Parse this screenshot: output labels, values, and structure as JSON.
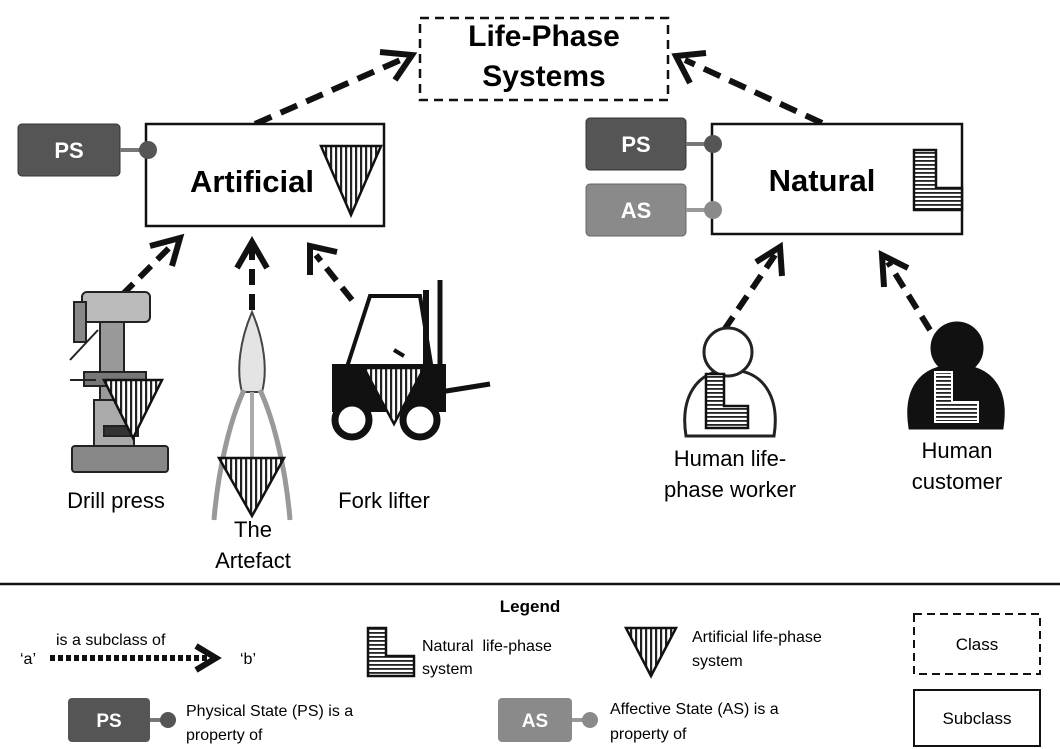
{
  "root": {
    "line1": "Life-Phase",
    "line2": "Systems"
  },
  "classes": {
    "artificial": {
      "label": "Artificial",
      "ports": [
        "PS"
      ]
    },
    "natural": {
      "label": "Natural",
      "ports": [
        "PS",
        "AS"
      ]
    }
  },
  "instances": {
    "drill_press": "Drill press",
    "artefact": {
      "line1": "The",
      "line2": "Artefact"
    },
    "fork_lifter": "Fork lifter",
    "worker": {
      "line1": "Human life-",
      "line2": "phase worker"
    },
    "customer": {
      "line1": "Human",
      "line2": "customer"
    }
  },
  "legend": {
    "title": "Legend",
    "subclass_a": "‘a’",
    "subclass_text": "is a subclass of",
    "subclass_b": "‘b’",
    "natural_line1": "Natural  life-phase",
    "natural_line2": "system",
    "artificial_line1": "Artificial life-phase",
    "artificial_line2": "system",
    "class_box": "Class",
    "ps_badge": "PS",
    "ps_line1": "Physical State (PS) is a",
    "ps_line2": "property of",
    "as_badge": "AS",
    "as_line1": "Affective State (AS) is a",
    "as_line2": "property of",
    "subclass_box": "Subclass"
  },
  "colors": {
    "ps_fill": "#555555",
    "as_fill": "#8a8a8a",
    "line": "#111111"
  }
}
